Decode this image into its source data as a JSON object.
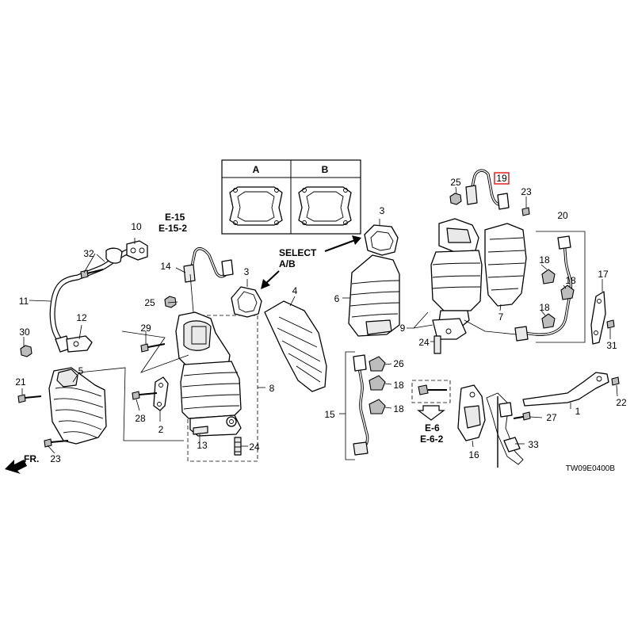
{
  "diagram_code": "TW09E0400B",
  "front_label": "FR.",
  "select_label": {
    "line1": "SELECT",
    "line2": "A/B"
  },
  "table": {
    "col_a": "A",
    "col_b": "B"
  },
  "refs": {
    "e15": {
      "line1": "E-15",
      "line2": "E-15-2"
    },
    "e6": {
      "line1": "E-6",
      "line2": "E-6-2"
    }
  },
  "callouts": {
    "c1": "1",
    "c2": "2",
    "c3a": "3",
    "c3b": "3",
    "c4": "4",
    "c5": "5",
    "c6": "6",
    "c7": "7",
    "c8": "8",
    "c9": "9",
    "c10": "10",
    "c11": "11",
    "c12": "12",
    "c13": "13",
    "c14": "14",
    "c15": "15",
    "c16": "16",
    "c17": "17",
    "c18a": "18",
    "c18b": "18",
    "c18c": "18",
    "c18d": "18",
    "c18e": "18",
    "c19": "19",
    "c20": "20",
    "c21": "21",
    "c22": "22",
    "c23a": "23",
    "c23b": "23",
    "c24a": "24",
    "c24b": "24",
    "c25a": "25",
    "c25b": "25",
    "c26": "26",
    "c27": "27",
    "c28": "28",
    "c29": "29",
    "c30": "30",
    "c31": "31",
    "c32": "32",
    "c33": "33"
  },
  "colors": {
    "highlight": "#e02020",
    "line": "#000000",
    "background": "#ffffff"
  },
  "highlighted_part": "19"
}
